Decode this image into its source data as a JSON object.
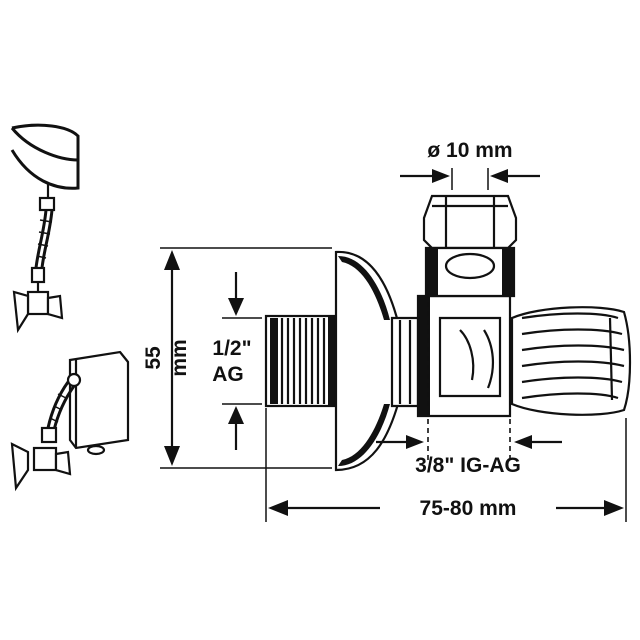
{
  "labels": {
    "diameter": "ø 10 mm",
    "height_value": "55",
    "height_unit": "mm",
    "inlet_size": "1/2\"",
    "inlet_type": "AG",
    "outlet": "3/8\" IG-AG",
    "length": "75-80 mm"
  }
}
